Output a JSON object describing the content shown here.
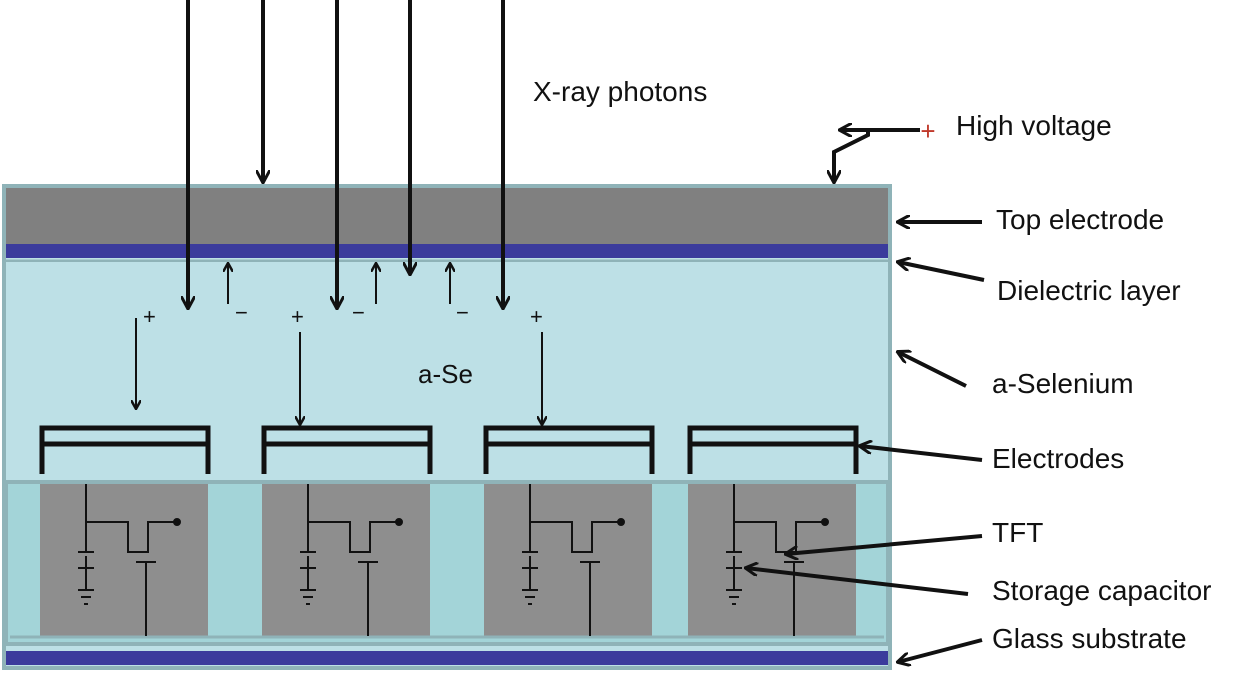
{
  "labels": {
    "xray": "X-ray photons",
    "high_voltage": "High voltage",
    "top_electrode": "Top electrode",
    "dielectric": "Dielectric layer",
    "selenium": "a-Selenium",
    "electrodes": "Electrodes",
    "tft": "TFT",
    "storage_capacitor": "Storage capacitor",
    "glass_substrate": "Glass substrate",
    "a_se": "a-Se"
  },
  "signs": {
    "plus": "+",
    "minus": "−"
  },
  "colors": {
    "top_electrode": "#808080",
    "dielectric": "#3b3b9c",
    "selenium": "#bde0e6",
    "substrate_frame": "#8fb3b8",
    "pixel_block": "#8e8e8e",
    "gap": "#a3d4d8",
    "hv_plus": "#c0392b"
  }
}
